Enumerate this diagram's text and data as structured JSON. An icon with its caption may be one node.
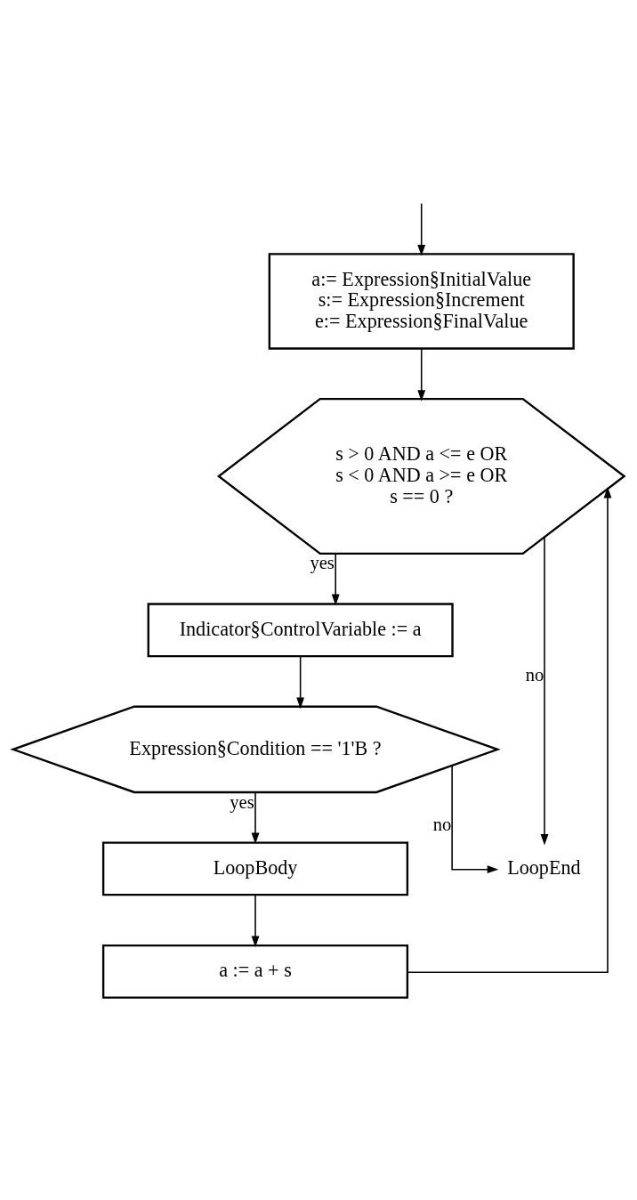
{
  "diagram": {
    "nodes": [
      {
        "text": [
          "a:= Expression§InitialValue",
          "s:= Expression§Increment",
          "e:= Expression§FinalValue"
        ]
      },
      {
        "text": [
          "s > 0 AND a <= e OR s < 0 AND a >= e OR s == 0 ?"
        ]
      },
      {
        "text": [
          "Indicator§ControlVariable := a"
        ]
      },
      {
        "text": [
          "Expression§Condition == '1'B ?"
        ]
      },
      {
        "text": [
          "LoopBody"
        ]
      },
      {
        "text": [
          "a := a + s"
        ]
      },
      {
        "text": [
          "LoopEnd"
        ]
      }
    ],
    "edges": [
      {
        "from": null,
        "to": 0,
        "arrow": "to"
      },
      {
        "from": 0,
        "to": 1,
        "arrow": "to"
      },
      {
        "from": 1,
        "to": 2,
        "arrow": "to",
        "label": "yes"
      },
      {
        "from": 2,
        "to": 3,
        "arrow": "to"
      },
      {
        "from": 3,
        "to": 4,
        "arrow": "to",
        "label": "yes"
      },
      {
        "from": 4,
        "to": 5,
        "arrow": "to"
      },
      {
        "from": 5,
        "to": 1,
        "arrow": "to"
      },
      {
        "from": 1,
        "to": 6,
        "arrow": "to",
        "label": "no"
      },
      {
        "from": 3,
        "to": 6,
        "arrow": "to",
        "label": "no"
      }
    ]
  }
}
